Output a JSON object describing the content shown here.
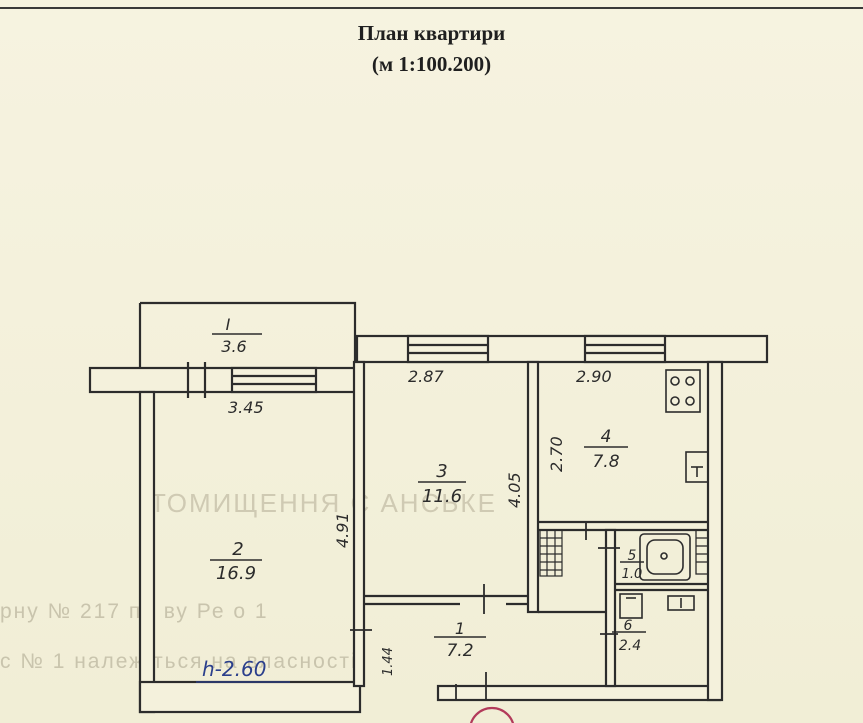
{
  "document": {
    "title": "План квартири",
    "scale": "(м 1:100.200)"
  },
  "rooms": [
    {
      "number": "I",
      "area": "3.6"
    },
    {
      "number": "2",
      "area": "16.9"
    },
    {
      "number": "3",
      "area": "11.6"
    },
    {
      "number": "4",
      "area": "7.8"
    },
    {
      "number": "5",
      "area": "1.0"
    },
    {
      "number": "6",
      "area": "2.4"
    },
    {
      "number": "1",
      "area": "7.2"
    }
  ],
  "dimensions": {
    "balcony_width": "3.45",
    "room3_width": "2.87",
    "room4_width": "2.90",
    "room3_depth": "4.05",
    "room4_depth": "2.70",
    "room2_depth": "4.91",
    "hall_depth": "1.44"
  },
  "ceiling_height": "h-2.60",
  "watermark": {
    "line1": "ТОМИЩЕННЯ Є АНСЬКЕ",
    "line2": "рну № 217 по ву   Ре  о  1",
    "line3": "с № 1    належ ться на власності"
  },
  "colors": {
    "ink": "#2c2c2c",
    "blue_ink": "#2b3f8c",
    "stamp": "#b23a5a",
    "paper": "#f4f1dc"
  }
}
